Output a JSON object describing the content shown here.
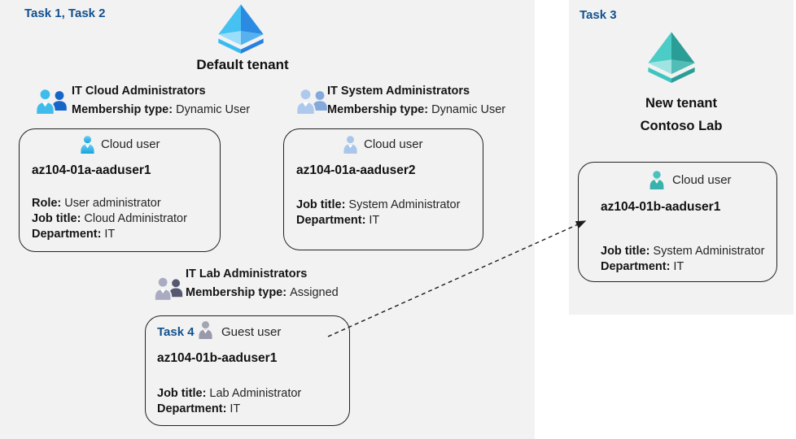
{
  "left": {
    "task_label": "Task 1, Task 2",
    "tenant_title": "Default tenant"
  },
  "groups": {
    "cloud": {
      "title": "IT Cloud Administrators",
      "membership_label": "Membership type:",
      "membership_value": "Dynamic User"
    },
    "system": {
      "title": "IT System Administrators",
      "membership_label": "Membership type:",
      "membership_value": "Dynamic User"
    },
    "lab": {
      "title": "IT Lab Administrators",
      "membership_label": "Membership type:",
      "membership_value": "Assigned"
    }
  },
  "cards": {
    "user1": {
      "type_label": "Cloud user",
      "name": "az104-01a-aaduser1",
      "role_label": "Role:",
      "role_value": "User administrator",
      "job_label": "Job title:",
      "job_value": "Cloud Administrator",
      "dept_label": "Department:",
      "dept_value": "IT"
    },
    "user2": {
      "type_label": "Cloud user",
      "name": "az104-01a-aaduser2",
      "job_label": "Job title:",
      "job_value": "System Administrator",
      "dept_label": "Department:",
      "dept_value": "IT"
    },
    "guest": {
      "task_label": "Task 4",
      "type_label": "Guest user",
      "name": "az104-01b-aaduser1",
      "job_label": "Job title:",
      "job_value": "Lab Administrator",
      "dept_label": "Department:",
      "dept_value": "IT"
    },
    "tenant_user": {
      "type_label": "Cloud user",
      "name": "az104-01b-aaduser1",
      "job_label": "Job title:",
      "job_value": "System Administrator",
      "dept_label": "Department:",
      "dept_value": "IT"
    }
  },
  "right": {
    "task_label": "Task 3",
    "tenant_title_line1": "New tenant",
    "tenant_title_line2": "Contoso Lab"
  },
  "icons": {
    "default_tenant": "azure-ad-pyramid-blue",
    "new_tenant": "azure-ad-pyramid-teal",
    "group": "two-person-group-icon",
    "user": "person-icon"
  },
  "colors": {
    "panel_bg": "#f2f2f2",
    "task_blue": "#11518f",
    "text": "#1b1b1b",
    "azure_cyan": "#45c1f2",
    "azure_blue": "#2b8be2",
    "teal": "#3bb8b2",
    "arrow": "#1b1b1b"
  }
}
